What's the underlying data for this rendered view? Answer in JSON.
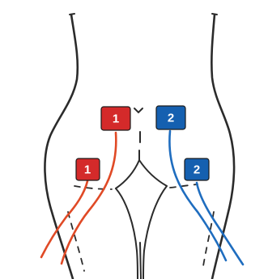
{
  "colors": {
    "channel_1": "#d42a2a",
    "channel_1_cable": "#e04a26",
    "channel_2": "#1560b0",
    "channel_2_cable": "#1f6dbf",
    "outline": "#2b2b2b"
  },
  "electrodes": [
    {
      "id": "upper-left",
      "channel": 1,
      "label": "1"
    },
    {
      "id": "upper-right",
      "channel": 2,
      "label": "2"
    },
    {
      "id": "lower-left",
      "channel": 1,
      "label": "1"
    },
    {
      "id": "lower-right",
      "channel": 2,
      "label": "2"
    }
  ]
}
